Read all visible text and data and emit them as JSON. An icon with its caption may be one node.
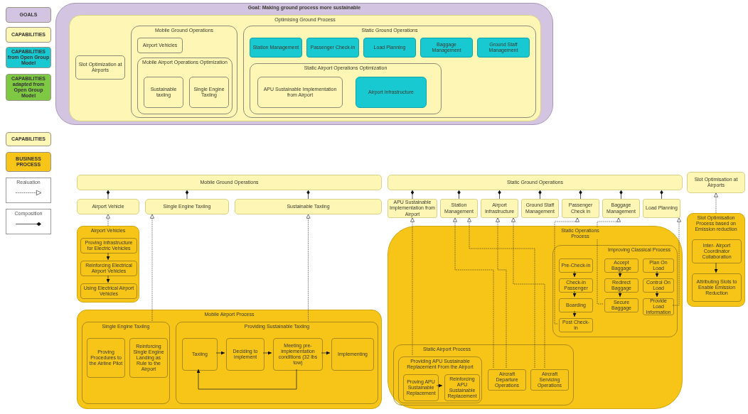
{
  "diagram": {
    "nodes": [
      {
        "text": [
          "Goal: Making ground process more sustainable"
        ]
      },
      {
        "text": [
          "Optimising Ground Process"
        ],
        "in": 0
      },
      {
        "text": [
          "Slot Optimization at Airports"
        ],
        "in": 1
      },
      {
        "text": [
          "Mobile Ground Operations"
        ],
        "in": 1
      },
      {
        "text": [
          "Airport Vehicles"
        ],
        "in": 3
      },
      {
        "text": [
          "Mobile Airport Operations Optimization"
        ],
        "in": 3
      },
      {
        "text": [
          "Sustainable taxiing"
        ],
        "in": 5
      },
      {
        "text": [
          "Single Engine Taxiing"
        ],
        "in": 5
      },
      {
        "text": [
          "Static Ground Operations"
        ],
        "in": 1
      },
      {
        "text": [
          "Station Management"
        ],
        "in": 8
      },
      {
        "text": [
          "Passenger Check-in"
        ],
        "in": 8
      },
      {
        "text": [
          "Load Planning"
        ],
        "in": 8
      },
      {
        "text": [
          "Baggage Management"
        ],
        "in": 8
      },
      {
        "text": [
          "Ground Staff Management"
        ],
        "in": 8
      },
      {
        "text": [
          "Static Airport Operations Optimization"
        ],
        "in": 8
      },
      {
        "text": [
          "APU Sustainable Implementation from Airport"
        ],
        "in": 14
      },
      {
        "text": [
          "Airport Infrastructure"
        ],
        "in": 14
      },
      {
        "text": [
          "Mobile Ground Operations"
        ]
      },
      {
        "text": [
          "Airport Vehicle"
        ]
      },
      {
        "text": [
          "Single Engine Taxiing"
        ]
      },
      {
        "text": [
          "Sustainable Taxiing"
        ]
      },
      {
        "text": [
          "Airport Vehicles"
        ]
      },
      {
        "text": [
          "Proving Infrastructure for Electric Vehicles"
        ],
        "in": 21
      },
      {
        "text": [
          "Reinforcing Electrical Airport Vehicles"
        ],
        "in": 21
      },
      {
        "text": [
          "Using Electrical Airport Vehicles"
        ],
        "in": 21
      },
      {
        "text": [
          "Mobile Airport Process"
        ]
      },
      {
        "text": [
          "Single Engine Taxiing"
        ],
        "in": 25
      },
      {
        "text": [
          "Proving Procedures to the Airline Pilot"
        ],
        "in": 26
      },
      {
        "text": [
          "Reinforcing Single Engine Landing as Rule to the Airport"
        ],
        "in": 26
      },
      {
        "text": [
          "Providing Sustainable Taxiing"
        ],
        "in": 25
      },
      {
        "text": [
          "Taxiing"
        ],
        "in": 29
      },
      {
        "text": [
          "Deciding to implement"
        ],
        "in": 29
      },
      {
        "text": [
          "Meeting pre-implementation conditions (32 lbs tow)"
        ],
        "in": 29
      },
      {
        "text": [
          "Implementing"
        ],
        "in": 29
      },
      {
        "text": [
          "Static Ground Operations"
        ]
      },
      {
        "text": [
          "APU Sustainable Implementation from Airport"
        ]
      },
      {
        "text": [
          "Station Management"
        ]
      },
      {
        "text": [
          "Airport Infrastructure"
        ]
      },
      {
        "text": [
          "Ground Staff Management"
        ]
      },
      {
        "text": [
          "Passenger Check in"
        ]
      },
      {
        "text": [
          "Baggage Management"
        ]
      },
      {
        "text": [
          "Load Planning"
        ]
      },
      {
        "text": [
          "Slot Optimisation at Airports"
        ]
      },
      {
        "text": [
          "Static Operations Process"
        ]
      },
      {
        "text": [
          "Improving Classical Process"
        ],
        "in": 43
      },
      {
        "text": [
          "Pre-Check-in"
        ],
        "in": 44
      },
      {
        "text": [
          "Check-in Passenger"
        ],
        "in": 44
      },
      {
        "text": [
          "Boarding"
        ],
        "in": 44
      },
      {
        "text": [
          "Post Check-in"
        ],
        "in": 44
      },
      {
        "text": [
          "Accept Baggage"
        ],
        "in": 44
      },
      {
        "text": [
          "Redirect Baggage"
        ],
        "in": 44
      },
      {
        "text": [
          "Secure Baggage"
        ],
        "in": 44
      },
      {
        "text": [
          "Plan On Load"
        ],
        "in": 44
      },
      {
        "text": [
          "Control On Load"
        ],
        "in": 44
      },
      {
        "text": [
          "Provide Load Information"
        ],
        "in": 44
      },
      {
        "text": [
          "Slot Optimisation Process based on Emission reduction"
        ]
      },
      {
        "text": [
          "Inter- Airport Coordinator Collaboration"
        ],
        "in": 55
      },
      {
        "text": [
          "Attributing Slots to Enable Emission Reduction"
        ],
        "in": 55
      },
      {
        "text": [
          "Static Airport Process"
        ],
        "in": 43
      },
      {
        "text": [
          "Providing APU Sustainable Replacement From the Airport"
        ],
        "in": 58
      },
      {
        "text": [
          "Proving APU Sustainable Replacement"
        ],
        "in": 59
      },
      {
        "text": [
          "Reinforcing APU Sustainable Replacement"
        ],
        "in": 59
      },
      {
        "text": [
          "Aircraft Departure Operations"
        ],
        "in": 58
      },
      {
        "text": [
          "Aircraft Servicing Operations"
        ],
        "in": 58
      }
    ],
    "edges": [
      {
        "from": 17,
        "to": 18,
        "arrow": "other"
      },
      {
        "from": 17,
        "to": 19,
        "arrow": "other"
      },
      {
        "from": 17,
        "to": 20,
        "arrow": "other"
      },
      {
        "from": 34,
        "to": 35,
        "arrow": "other"
      },
      {
        "from": 34,
        "to": 36,
        "arrow": "other"
      },
      {
        "from": 34,
        "to": 37,
        "arrow": "other"
      },
      {
        "from": 34,
        "to": 38,
        "arrow": "other"
      },
      {
        "from": 34,
        "to": 39,
        "arrow": "other"
      },
      {
        "from": 34,
        "to": 40,
        "arrow": "other"
      },
      {
        "from": 34,
        "to": 41,
        "arrow": "other"
      },
      {
        "from": 21,
        "to": 18,
        "arrow": "to",
        "style": "dashed"
      },
      {
        "from": 26,
        "to": 19,
        "arrow": "to",
        "style": "dashed"
      },
      {
        "from": 29,
        "to": 20,
        "arrow": "to",
        "style": "dashed"
      },
      {
        "from": 59,
        "to": 35,
        "arrow": "to",
        "style": "dashed"
      },
      {
        "from": 62,
        "to": 36,
        "arrow": "to",
        "style": "dashed"
      },
      {
        "from": 62,
        "to": 37,
        "arrow": "to",
        "style": "dashed"
      },
      {
        "from": 63,
        "to": 36,
        "arrow": "to",
        "style": "dashed"
      },
      {
        "from": 63,
        "to": 37,
        "arrow": "to",
        "style": "dashed"
      },
      {
        "from": 48,
        "to": 39,
        "arrow": "to",
        "style": "dashed"
      },
      {
        "from": 51,
        "to": 40,
        "arrow": "to",
        "style": "dashed"
      },
      {
        "from": 54,
        "to": 41,
        "arrow": "to",
        "style": "dashed"
      },
      {
        "from": 55,
        "to": 42,
        "arrow": "to",
        "style": "dashed"
      },
      {
        "from": 22,
        "to": 23,
        "arrow": "to"
      },
      {
        "from": 23,
        "to": 24,
        "arrow": "to"
      },
      {
        "from": 30,
        "to": 31,
        "arrow": "to"
      },
      {
        "from": 31,
        "to": 32,
        "arrow": "to"
      },
      {
        "from": 32,
        "to": 33,
        "arrow": "to"
      },
      {
        "from": 32,
        "to": 30,
        "arrow": "to"
      },
      {
        "from": 60,
        "to": 61,
        "arrow": "to"
      },
      {
        "from": 45,
        "to": 46,
        "arrow": "to"
      },
      {
        "from": 46,
        "to": 47,
        "arrow": "to"
      },
      {
        "from": 47,
        "to": 48,
        "arrow": "to"
      },
      {
        "from": 49,
        "to": 50,
        "arrow": "to"
      },
      {
        "from": 50,
        "to": 51,
        "arrow": "to"
      },
      {
        "from": 52,
        "to": 53,
        "arrow": "to"
      },
      {
        "from": 53,
        "to": 54,
        "arrow": "to"
      },
      {
        "from": 56,
        "to": 57,
        "arrow": "to"
      }
    ],
    "legend": [
      {
        "text": "GOALS",
        "color": "#d3c4e1"
      },
      {
        "text": "CAPABILITIES",
        "color": "#fef6b4"
      },
      {
        "text": "CAPABILITIES from Open Group Model",
        "color": "#19c9d1"
      },
      {
        "text": "CAPABILITIES adapted from Open Group Model",
        "color": "#7fc843"
      },
      {
        "text": "CAPABILITIES",
        "color": "#fef6b4"
      },
      {
        "text": "BUSINESS PROCESS",
        "color": "#f6c518"
      },
      {
        "text": "Realuation"
      },
      {
        "text": "Composition"
      }
    ]
  }
}
